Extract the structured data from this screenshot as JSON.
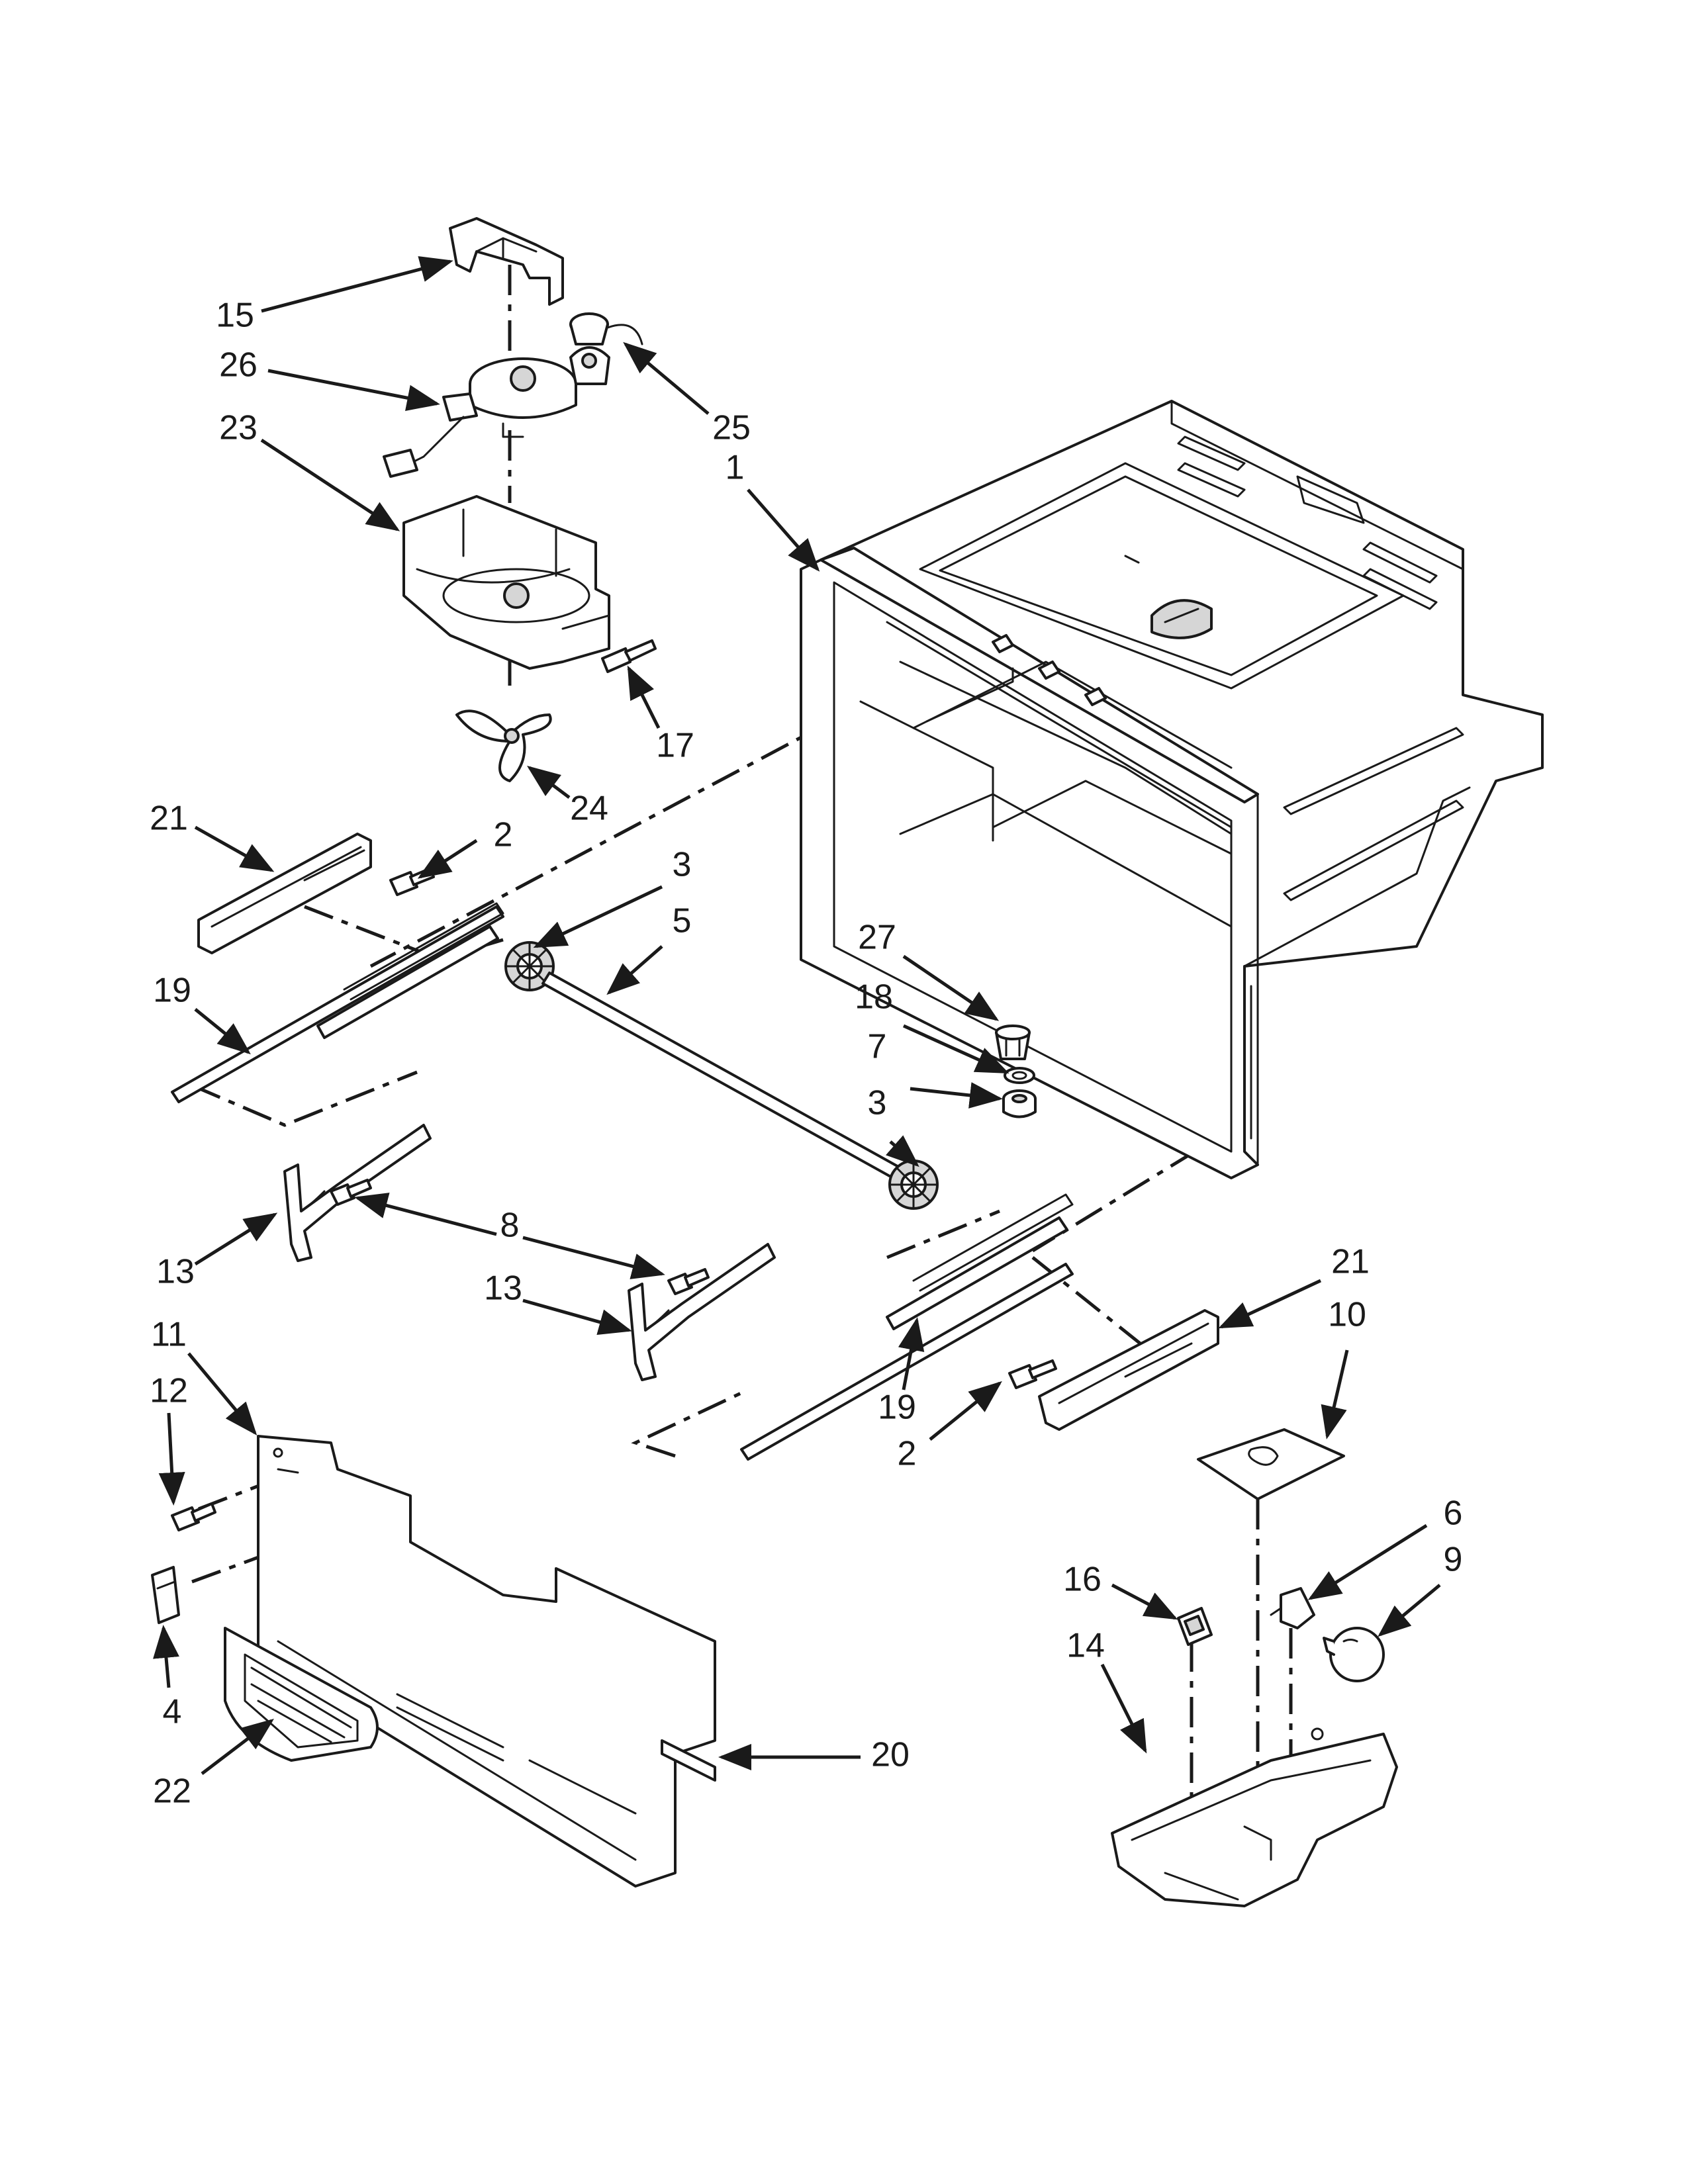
{
  "callouts": [
    {
      "id": "c15",
      "label": "15"
    },
    {
      "id": "c26",
      "label": "26"
    },
    {
      "id": "c23",
      "label": "23"
    },
    {
      "id": "c25",
      "label": "25"
    },
    {
      "id": "c1",
      "label": "1"
    },
    {
      "id": "c17",
      "label": "17"
    },
    {
      "id": "c24",
      "label": "24"
    },
    {
      "id": "c21a",
      "label": "21"
    },
    {
      "id": "c2a",
      "label": "2"
    },
    {
      "id": "c3a",
      "label": "3"
    },
    {
      "id": "c5",
      "label": "5"
    },
    {
      "id": "c19a",
      "label": "19"
    },
    {
      "id": "c27",
      "label": "27"
    },
    {
      "id": "c18",
      "label": "18"
    },
    {
      "id": "c7",
      "label": "7"
    },
    {
      "id": "c3b",
      "label": "3"
    },
    {
      "id": "c13a",
      "label": "13"
    },
    {
      "id": "c8",
      "label": "8"
    },
    {
      "id": "c13b",
      "label": "13"
    },
    {
      "id": "c21b",
      "label": "21"
    },
    {
      "id": "c10",
      "label": "10"
    },
    {
      "id": "c11",
      "label": "11"
    },
    {
      "id": "c12",
      "label": "12"
    },
    {
      "id": "c19b",
      "label": "19"
    },
    {
      "id": "c2b",
      "label": "2"
    },
    {
      "id": "c6",
      "label": "6"
    },
    {
      "id": "c9",
      "label": "9"
    },
    {
      "id": "c16",
      "label": "16"
    },
    {
      "id": "c14",
      "label": "14"
    },
    {
      "id": "c4",
      "label": "4"
    },
    {
      "id": "c20",
      "label": "20"
    },
    {
      "id": "c22",
      "label": "22"
    }
  ]
}
